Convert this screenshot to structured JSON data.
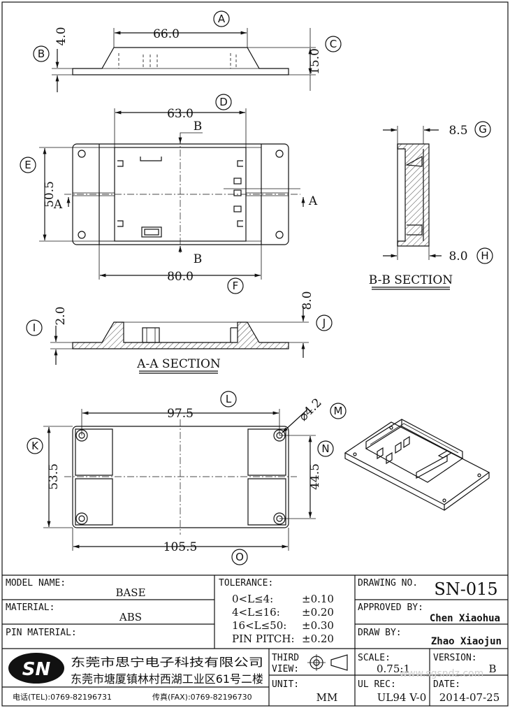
{
  "drawing": {
    "callouts": [
      "A",
      "B",
      "C",
      "D",
      "E",
      "F",
      "G",
      "H",
      "I",
      "J",
      "K",
      "L",
      "M",
      "N",
      "O"
    ],
    "dims": {
      "A": "66.0",
      "B": "4.0",
      "C": "15.0",
      "D": "63.0",
      "E": "50.5",
      "F": "80.0",
      "G": "8.5",
      "H": "8.0",
      "I": "2.0",
      "J": "8.0",
      "K": "53.5",
      "L": "97.5",
      "M": "⌀4.2",
      "N": "44.5",
      "O": "105.5"
    },
    "section_marks": {
      "a": "A",
      "b": "B"
    },
    "section_titles": {
      "bb": "B-B SECTION",
      "aa": "A-A SECTION"
    }
  },
  "title_block": {
    "model_name_label": "MODEL NAME:",
    "model_name": "BASE",
    "material_label": "MATERIAL:",
    "material": "ABS",
    "pin_material_label": "PIN MATERIAL:",
    "pin_material": "",
    "tolerance_label": "TOLERANCE:",
    "tolerances": [
      {
        "range": "0<L≤4:",
        "value": "±0.10"
      },
      {
        "range": "4<L≤16:",
        "value": "±0.20"
      },
      {
        "range": "16<L≤50:",
        "value": "±0.30"
      },
      {
        "range": "PIN PITCH:",
        "value": "±0.20"
      }
    ],
    "drawing_no_label": "DRAWING NO.",
    "drawing_no": "SN-015",
    "approved_by_label": "APPROVED BY:",
    "approved_by": "Chen Xiaohua",
    "draw_by_label": "DRAW BY:",
    "draw_by": "Zhao Xiaojun",
    "logo_text": "SN",
    "company_name": "东莞市思宁电子科技有限公司",
    "company_address": "东莞市塘厦镇林村西湖工业区61号二楼",
    "tel": "电话(TEL):0769-82196731",
    "fax": "传真(FAX):0769-82196730",
    "third_view_label_1": "THIRD",
    "third_view_label_2": "VIEW:",
    "unit_label": "UNIT:",
    "unit": "MM",
    "scale_label": "SCALE:",
    "scale": "0.75:1",
    "version_label": "VERSION:",
    "version": "B",
    "ul_rec_label": "UL REC:",
    "ul_rec": "UL94 V-0",
    "date_label": "DATE:",
    "date": "2014-07-25",
    "watermark": "www.sgsndz.com"
  }
}
